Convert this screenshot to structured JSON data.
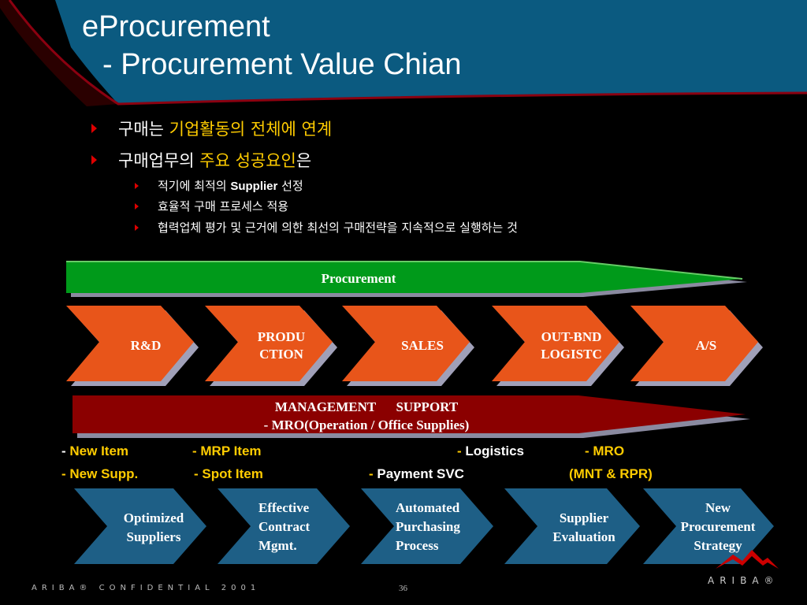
{
  "slide": {
    "title_line1": "eProcurement",
    "title_line2": "- Procurement Value Chian"
  },
  "bullets": [
    {
      "plain": "구매는 ",
      "highlight": "기업활동의 전체에 연계",
      "after": ""
    },
    {
      "plain": "구매업무의 ",
      "highlight": "주요 성공요인",
      "after": "은"
    }
  ],
  "sub_bullets": [
    {
      "pre": "적기에 최적의 ",
      "bold": "Supplier",
      "post": " 선정"
    },
    {
      "pre": "효율적 구매 프로세스 적용",
      "bold": "",
      "post": ""
    },
    {
      "pre": "협력업체 평가 및 근거에 의한 최선의 구매전략을 지속적으로 실행하는 것",
      "bold": "",
      "post": ""
    }
  ],
  "procurement_band": {
    "label": "Procurement",
    "color": "#009a1a"
  },
  "value_chain": {
    "color": "#e8551a",
    "items": [
      "R&D",
      "PRODU\nCTION",
      "SALES",
      "OUT-BND\nLOGISTC",
      "A/S"
    ]
  },
  "management_band": {
    "line1": "MANAGEMENT      SUPPORT",
    "line2": "- MRO(Operation / Office Supplies)",
    "color": "#8b0000"
  },
  "notes": {
    "row1": [
      {
        "dash": "- ",
        "text": "New Item"
      },
      {
        "dash": "- ",
        "text": "MRP Item"
      },
      {
        "dash": "- ",
        "text": "Logistics"
      },
      {
        "dash": "- ",
        "text": "MRO"
      }
    ],
    "row2": [
      {
        "dash": "- ",
        "text": "New Supp."
      },
      {
        "dash": "- ",
        "text": "Spot Item"
      },
      {
        "dash": "- ",
        "text": "Payment SVC"
      },
      {
        "dash": "",
        "text": "(MNT & RPR)"
      }
    ]
  },
  "process_steps": {
    "color": "#1e5f86",
    "items": [
      "Optimized\nSuppliers",
      "Effective\nContract\nMgmt.",
      "Automated\nPurchasing\nProcess",
      "Supplier\nEvaluation",
      "New\nProcurement\nStrategy"
    ]
  },
  "footer": {
    "confidential": "ARIBA® CONFIDENTIAL 2001",
    "page": "36",
    "logo": "ARIBA®"
  },
  "colors": {
    "header_blue": "#0b5a80",
    "highlight": "#ffcc00",
    "bullet_red": "#dd0000"
  }
}
